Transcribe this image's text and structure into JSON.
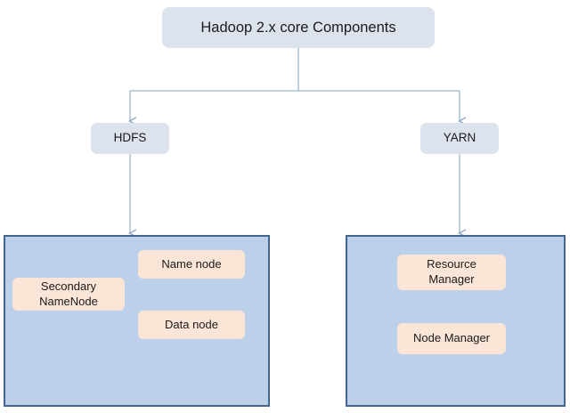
{
  "diagram": {
    "title_box": {
      "label": "Hadoop 2.x core Components"
    },
    "branches": [
      {
        "name": "hdfs",
        "label": "HDFS",
        "components": [
          {
            "name": "name-node",
            "label": "Name node"
          },
          {
            "name": "secondary-name-node",
            "label": "Secondary\nNameNode"
          },
          {
            "name": "data-node",
            "label": "Data node"
          }
        ]
      },
      {
        "name": "yarn",
        "label": "YARN",
        "components": [
          {
            "name": "resource-manager",
            "label": "Resource\nManager"
          },
          {
            "name": "node-manager",
            "label": "Node Manager"
          }
        ]
      }
    ],
    "labels": {
      "hdfs": "HDFS",
      "yarn": "YARN",
      "name_node": "Name node",
      "secondary_name_node_line1": "Secondary",
      "secondary_name_node_line2": "NameNode",
      "data_node": "Data node",
      "resource_manager_line1": "Resource",
      "resource_manager_line2": "Manager",
      "node_manager": "Node Manager"
    },
    "colors": {
      "title_fill": "#dce3ec",
      "branch_fill": "#dce3ec",
      "container_fill": "#bdd0e9",
      "container_border": "#44658f",
      "leaf_fill": "#fbe5d6",
      "connector": "#9eb6cc",
      "background": "#ffffff"
    }
  }
}
